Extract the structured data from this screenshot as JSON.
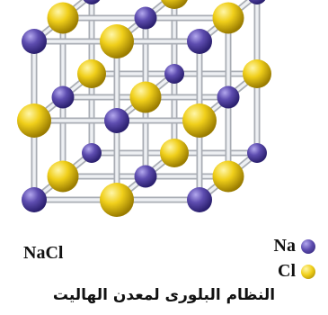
{
  "formula": "NaCl",
  "legend": [
    {
      "symbol": "Na",
      "color": "#5b4aa8"
    },
    {
      "symbol": "Cl",
      "color": "#f2d21a"
    }
  ],
  "caption": "النظام البلورى لمعدن الهاليت",
  "atom_colors": {
    "na": "#5b4aa8",
    "cl": "#f2d21a",
    "bond": "#d8dade"
  }
}
